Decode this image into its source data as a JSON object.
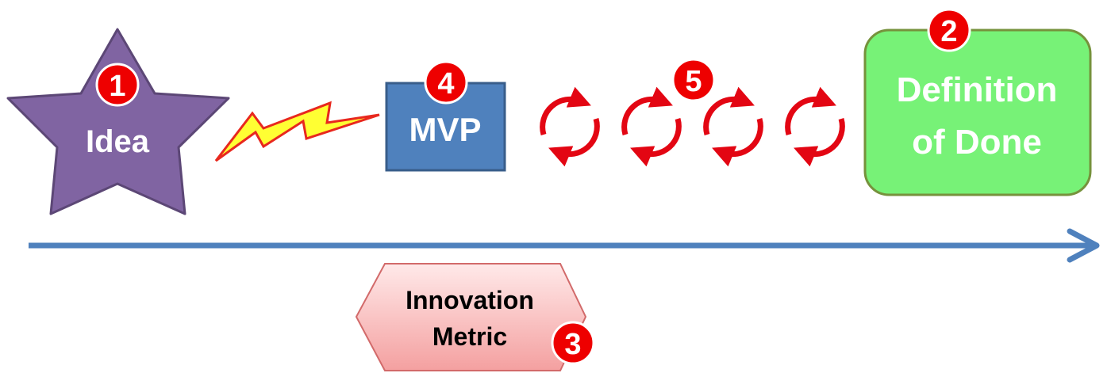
{
  "idea": {
    "label": "Idea",
    "badge": "1"
  },
  "mvp": {
    "label": "MVP",
    "badge": "4"
  },
  "iterations": {
    "badge": "5",
    "cycle_count": 4
  },
  "definition_of_done": {
    "line1": "Definition",
    "line2": "of Done",
    "badge": "2"
  },
  "innovation_metric": {
    "line1": "Innovation",
    "line2": "Metric",
    "badge": "3"
  },
  "colors": {
    "star_fill": "#8064a2",
    "star_stroke": "#5c4776",
    "bolt_fill": "#ffff33",
    "bolt_stroke": "#e8281e",
    "mvp_fill": "#4f81bd",
    "mvp_stroke": "#385d8a",
    "cycle_arrows": "#e30613",
    "done_fill": "#77f277",
    "done_stroke": "#76923c",
    "timeline": "#4f81bd",
    "badge_fill": "#ee0000",
    "metric_top": "#ffe9e9",
    "metric_bottom": "#f4a0a0",
    "metric_stroke": "#d26a6a"
  }
}
